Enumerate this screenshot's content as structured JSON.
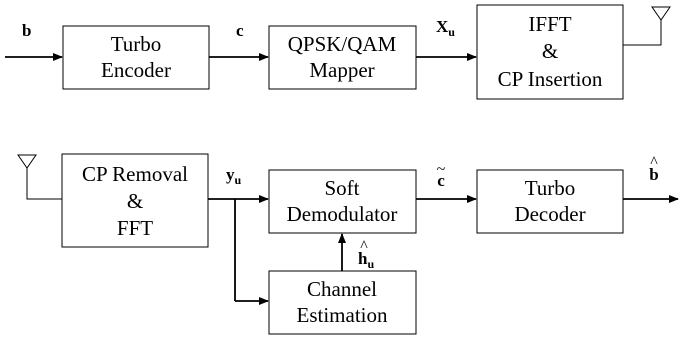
{
  "transmitter": {
    "input_signal": "b",
    "encoder": {
      "line1": "Turbo",
      "line2": "Encoder"
    },
    "coded_signal": "c",
    "mapper": {
      "line1": "QPSK/QAM",
      "line2": "Mapper"
    },
    "mapped_signal": {
      "main": "X",
      "sub": "u"
    },
    "ifft": {
      "line1": "IFFT",
      "line2": "&",
      "line3": "CP Insertion"
    }
  },
  "receiver": {
    "fft": {
      "line1": "CP Removal",
      "line2": "&",
      "line3": "FFT"
    },
    "received_signal": {
      "main": "y",
      "sub": "u"
    },
    "demodulator": {
      "line1": "Soft",
      "line2": "Demodulator"
    },
    "soft_output": {
      "main": "c",
      "accent": "~"
    },
    "decoder": {
      "line1": "Turbo",
      "line2": "Decoder"
    },
    "output_signal": {
      "main": "b",
      "accent": "^"
    },
    "estimation": {
      "line1": "Channel",
      "line2": "Estimation"
    },
    "channel_estimate": {
      "main": "h",
      "sub": "u",
      "accent": "^"
    }
  }
}
